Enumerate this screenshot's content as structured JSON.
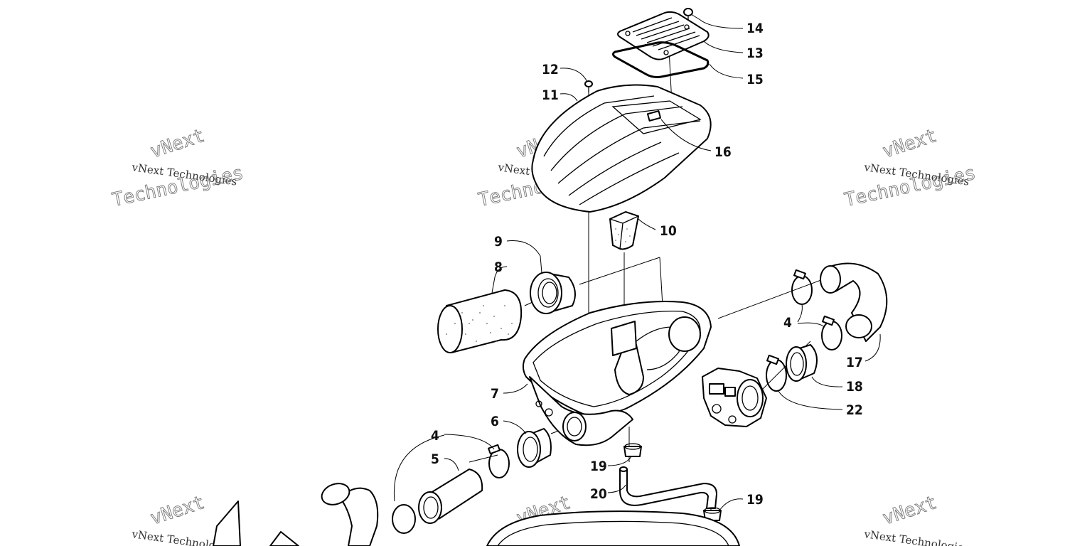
{
  "watermark": {
    "line1": "vNext Technologies",
    "line2": "vNext",
    "line3": "Technologies"
  },
  "callouts": [
    {
      "id": "14",
      "text": "14"
    },
    {
      "id": "13",
      "text": "13"
    },
    {
      "id": "15",
      "text": "15"
    },
    {
      "id": "12",
      "text": "12"
    },
    {
      "id": "11",
      "text": "11"
    },
    {
      "id": "16",
      "text": "16"
    },
    {
      "id": "10",
      "text": "10"
    },
    {
      "id": "9",
      "text": "9"
    },
    {
      "id": "8",
      "text": "8"
    },
    {
      "id": "4a",
      "text": "4"
    },
    {
      "id": "17",
      "text": "17"
    },
    {
      "id": "18",
      "text": "18"
    },
    {
      "id": "22",
      "text": "22"
    },
    {
      "id": "7",
      "text": "7"
    },
    {
      "id": "6",
      "text": "6"
    },
    {
      "id": "4b",
      "text": "4"
    },
    {
      "id": "5",
      "text": "5"
    },
    {
      "id": "19a",
      "text": "19"
    },
    {
      "id": "20",
      "text": "20"
    },
    {
      "id": "19b",
      "text": "19"
    }
  ]
}
